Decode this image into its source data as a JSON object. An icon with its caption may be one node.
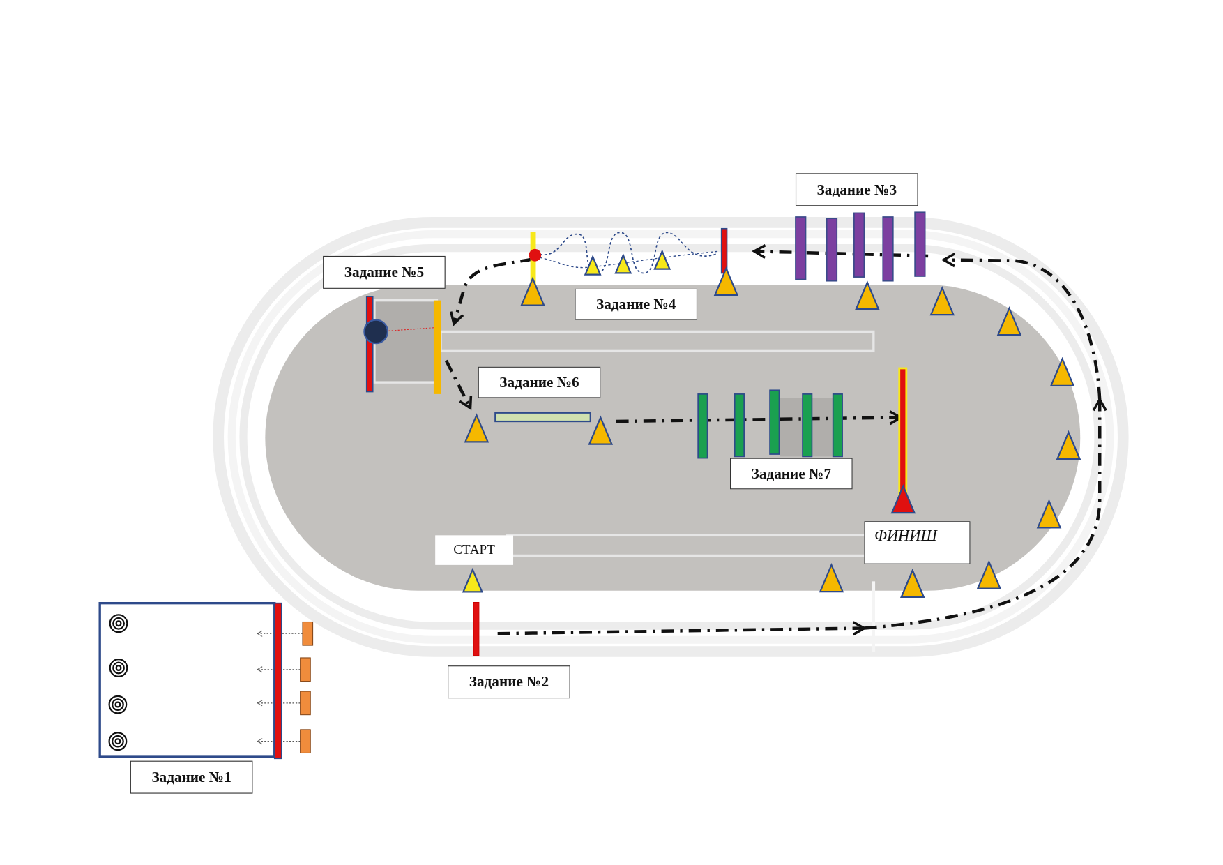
{
  "diagram": {
    "nodes": [
      {
        "text": [
          "Задание №3"
        ]
      },
      {
        "text": [
          "Задание №5"
        ]
      },
      {
        "text": [
          "Задание №4"
        ]
      },
      {
        "text": [
          "Задание №6"
        ]
      },
      {
        "text": [
          "Задание №7"
        ]
      },
      {
        "text": [
          "ФИНИШ"
        ]
      },
      {
        "text": [
          "СТАРТ"
        ]
      },
      {
        "text": [
          "Задание №2"
        ]
      },
      {
        "text": [
          "Задание №1"
        ]
      }
    ]
  }
}
